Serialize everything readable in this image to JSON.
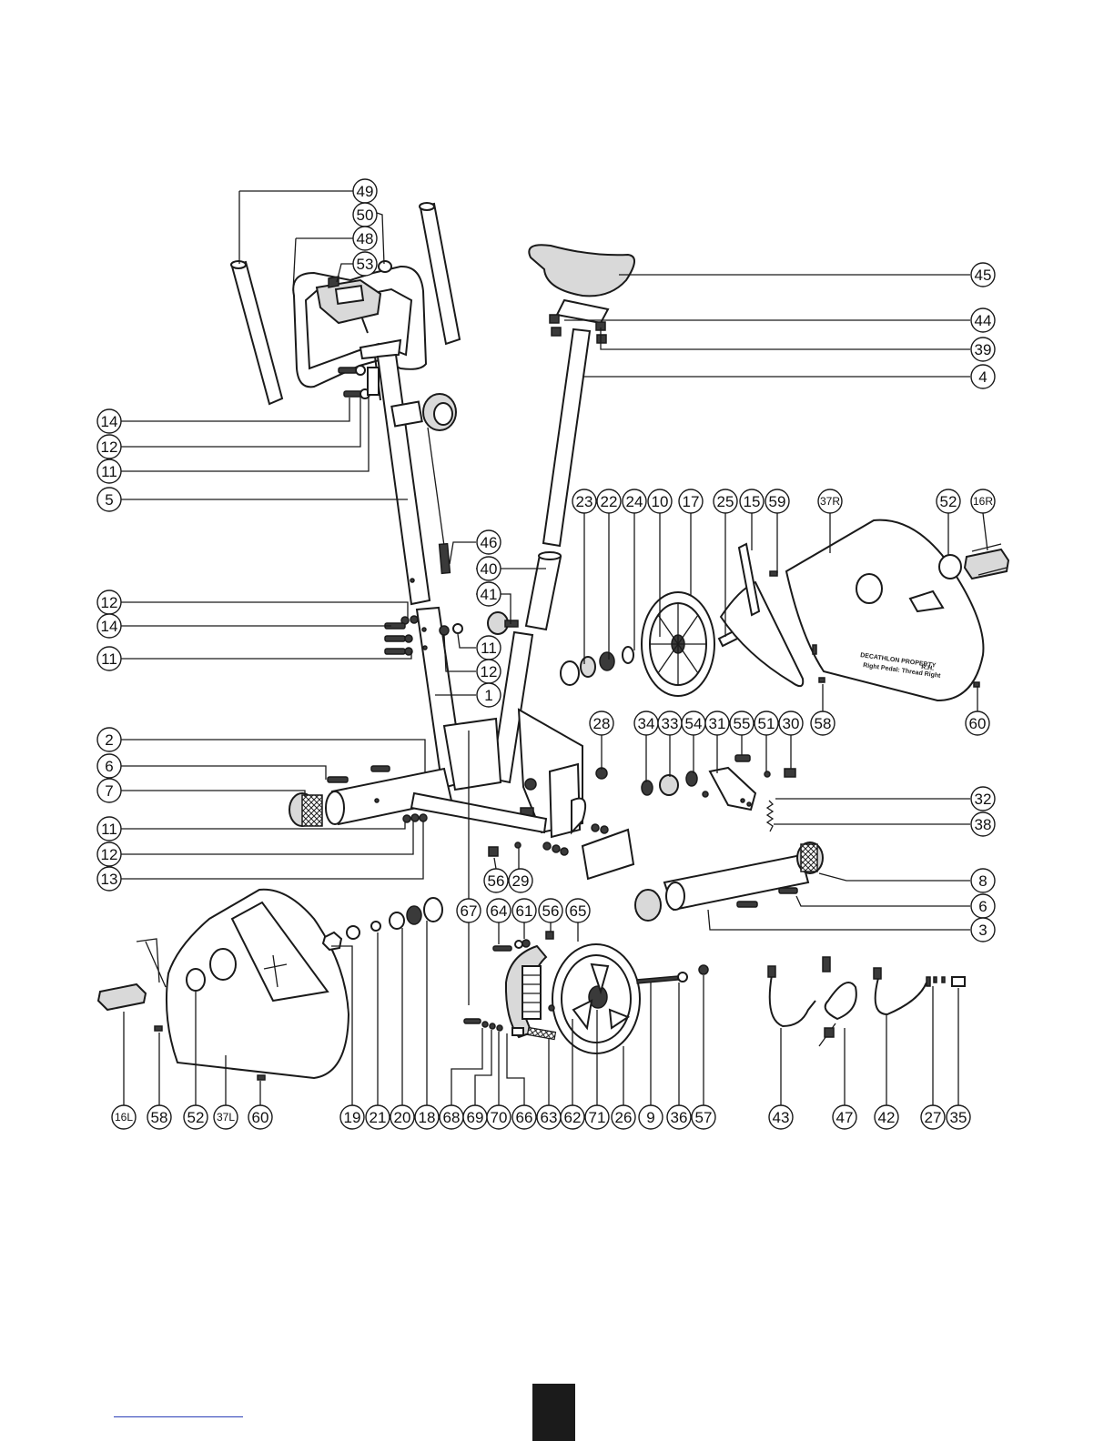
{
  "diagram": {
    "callouts": {
      "c49": "49",
      "c50": "50",
      "c48": "48",
      "c53": "53",
      "c45": "45",
      "c44": "44",
      "c39": "39",
      "c4": "4",
      "c14a": "14",
      "c12a": "12",
      "c11a": "11",
      "c5": "5",
      "c46": "46",
      "c40": "40",
      "c41": "41",
      "c12b": "12",
      "c14b": "14",
      "c11b": "11",
      "c11c": "11",
      "c12c": "12",
      "c1": "1",
      "c23": "23",
      "c22": "22",
      "c24": "24",
      "c10": "10",
      "c17": "17",
      "c25": "25",
      "c15": "15",
      "c59": "59",
      "c37R": "37R",
      "c52a": "52",
      "c16R": "16R",
      "c58a": "58",
      "c60a": "60",
      "c2": "2",
      "c6a": "6",
      "c7": "7",
      "c11d": "11",
      "c12d": "12",
      "c13": "13",
      "c28": "28",
      "c34": "34",
      "c33": "33",
      "c54": "54",
      "c31": "31",
      "c55": "55",
      "c51": "51",
      "c30": "30",
      "c32": "32",
      "c38": "38",
      "c56a": "56",
      "c29": "29",
      "c8": "8",
      "c6b": "6",
      "c3": "3",
      "c67": "67",
      "c64": "64",
      "c61": "61",
      "c56b": "56",
      "c65": "65",
      "c16L": "16L",
      "c58b": "58",
      "c52b": "52",
      "c37L": "37L",
      "c60b": "60",
      "c19": "19",
      "c21": "21",
      "c20": "20",
      "c18": "18",
      "c68": "68",
      "c69": "69",
      "c70": "70",
      "c66": "66",
      "c63": "63",
      "c62": "62",
      "c71": "71",
      "c26": "26",
      "c9": "9",
      "c36": "36",
      "c57": "57",
      "c43": "43",
      "c47": "47",
      "c42": "42",
      "c27": "27",
      "c35": "35"
    },
    "cover_label_line1": "DECATHLON PROPERTY",
    "cover_label_line2": "Right Pedal: Thread Right",
    "cover_label_suffix": "R.H."
  }
}
